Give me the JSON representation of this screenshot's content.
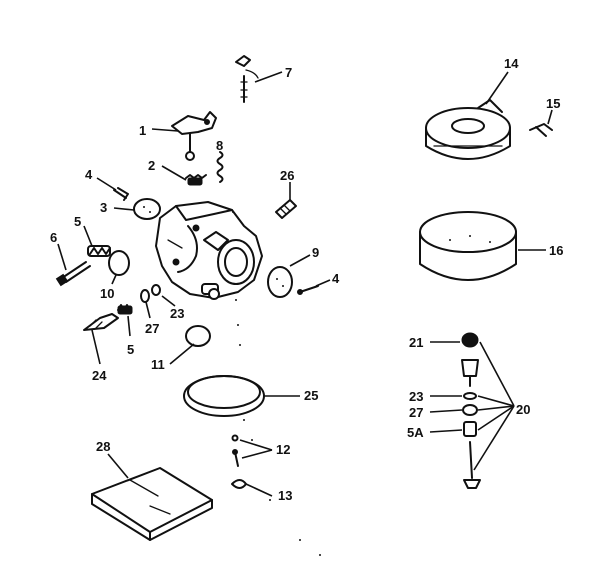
{
  "callouts": {
    "c1": "1",
    "c2": "2",
    "c3": "3",
    "c4a": "4",
    "c4b": "4",
    "c5a": "5",
    "c5b": "5",
    "c6": "6",
    "c7": "7",
    "c8": "8",
    "c9": "9",
    "c10": "10",
    "c11": "11",
    "c12": "12",
    "c13": "13",
    "c14": "14",
    "c15": "15",
    "c16": "16",
    "c20": "20",
    "c21": "21",
    "c23a": "23",
    "c23b": "23",
    "c24": "24",
    "c25": "25",
    "c26": "26",
    "c27a": "27",
    "c27b": "27",
    "c28": "28",
    "c5A": "5A"
  }
}
